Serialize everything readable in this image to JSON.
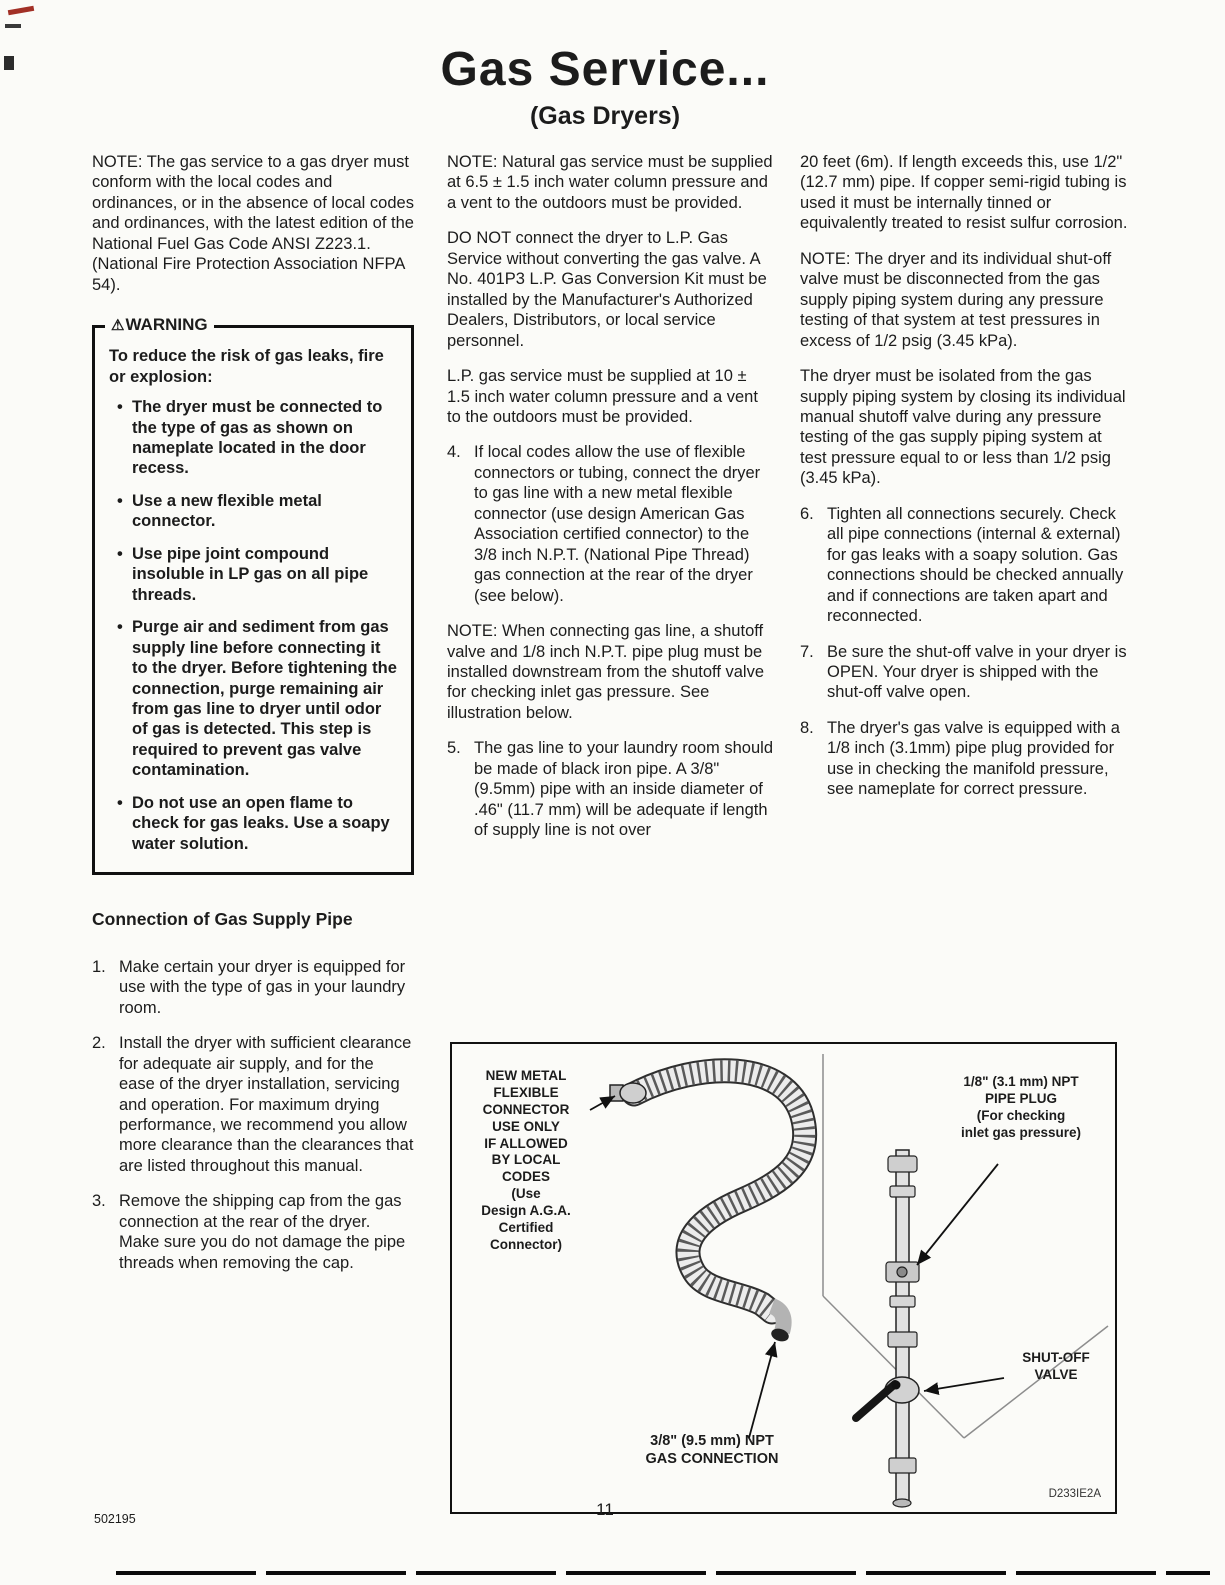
{
  "document": {
    "title": "Gas Service...",
    "subtitle": "(Gas Dryers)"
  },
  "col1": {
    "note": "NOTE: The gas service to a gas dryer must conform with the local codes and ordinances, or in the absence of local codes and ordinances, with the latest edition of the National Fuel Gas Code ANSI Z223.1.(National Fire Protection Association NFPA 54).",
    "warning": {
      "icon": "⚠",
      "label": "WARNING",
      "intro": "To reduce the risk of gas leaks, fire or explosion:",
      "bullets": [
        "The dryer must be connected to the type of gas as shown on nameplate located in the door recess.",
        "Use a new flexible metal connector.",
        "Use pipe joint compound insoluble in LP gas on all pipe threads.",
        "Purge air and sediment from gas supply line before connecting it to the dryer. Before tightening the connection, purge remaining air from gas line to dryer until odor of gas is detected. This step is required to prevent gas valve contamination.",
        "Do not use an open flame to check for gas leaks. Use a soapy water solution."
      ]
    },
    "section_heading": "Connection of Gas Supply Pipe",
    "steps": [
      {
        "num": "1.",
        "text": "Make certain your dryer is equipped for use with the type of gas in your laundry room."
      },
      {
        "num": "2.",
        "text": "Install the dryer with sufficient clearance for adequate air supply, and for the ease of the dryer installation, servicing and operation. For maximum drying performance, we recommend you allow more clearance than the clearances that are listed throughout this manual."
      },
      {
        "num": "3.",
        "text": "Remove the shipping cap from the gas connection at the rear of the dryer. Make sure you do not damage the pipe threads when removing the cap."
      }
    ]
  },
  "col2": {
    "note1": "NOTE: Natural gas service must be supplied at 6.5 ± 1.5 inch water column pressure and a vent to the outdoors must be provided.",
    "para1": "DO NOT connect the dryer to L.P. Gas Service without converting the gas valve. A No. 401P3 L.P. Gas Conversion Kit must be installed by the Manufacturer's Authorized Dealers, Distributors, or local service personnel.",
    "para2": "L.P. gas service must be supplied at 10 ± 1.5 inch water column pressure and a vent to the outdoors must be provided.",
    "step4": {
      "num": "4.",
      "text": "If local codes allow the use of flexible connectors or tubing, connect the dryer to gas line with a new metal flexible connector (use design American Gas Association certified connector) to the 3/8 inch N.P.T. (National Pipe Thread) gas connection at the rear of the dryer (see below)."
    },
    "note2": "NOTE: When connecting gas line, a shutoff valve and 1/8 inch N.P.T. pipe plug must be installed downstream from the shutoff valve for checking inlet gas pressure. See illustration below.",
    "step5": {
      "num": "5.",
      "text": "The gas line to your laundry room should be made of black iron pipe. A 3/8\" (9.5mm) pipe with an inside diameter of .46\" (11.7 mm) will be adequate if length of supply line is not over"
    }
  },
  "col3": {
    "step5_cont": "20 feet (6m). If length exceeds this, use 1/2\" (12.7 mm) pipe. If copper semi-rigid tubing is used it must be internally tinned or equivalently treated to resist sulfur corrosion.",
    "note": "NOTE: The dryer and its individual shut-off valve must be disconnected from the gas supply piping system during any pressure testing of that system at test pressures in excess of 1/2 psig (3.45 kPa).",
    "para": "The dryer must be isolated from the gas supply piping system by closing its individual manual shutoff valve during any pressure testing of the gas supply piping system at test pressure equal to or less than 1/2 psig (3.45 kPa).",
    "steps": [
      {
        "num": "6.",
        "text": "Tighten all connections securely. Check all pipe connections (internal & external) for gas leaks with a soapy solution. Gas connections should be checked annually and if connections are taken apart and reconnected."
      },
      {
        "num": "7.",
        "text": "Be sure the shut-off valve in your dryer is OPEN. Your dryer is shipped with the shut-off valve open."
      },
      {
        "num": "8.",
        "text": "The dryer's gas valve is equipped with a 1/8 inch (3.1mm) pipe plug provided for use in checking the manifold pressure, see nameplate for correct pressure."
      }
    ]
  },
  "diagram": {
    "labels": {
      "flexible_connector": "NEW METAL\nFLEXIBLE\nCONNECTOR\nUSE ONLY\nIF ALLOWED\nBY LOCAL\nCODES\n(Use\nDesign A.G.A.\nCertified\nConnector)",
      "pipe_plug": "1/8\" (3.1 mm) NPT\nPIPE PLUG\n(For checking\ninlet gas pressure)",
      "shut_off_valve": "SHUT-OFF\nVALVE",
      "gas_connection": "3/8\" (9.5 mm) NPT\nGAS CONNECTION",
      "figure_code": "D233IE2A"
    }
  },
  "footer": {
    "doc_number": "502195",
    "page_number": "11"
  }
}
